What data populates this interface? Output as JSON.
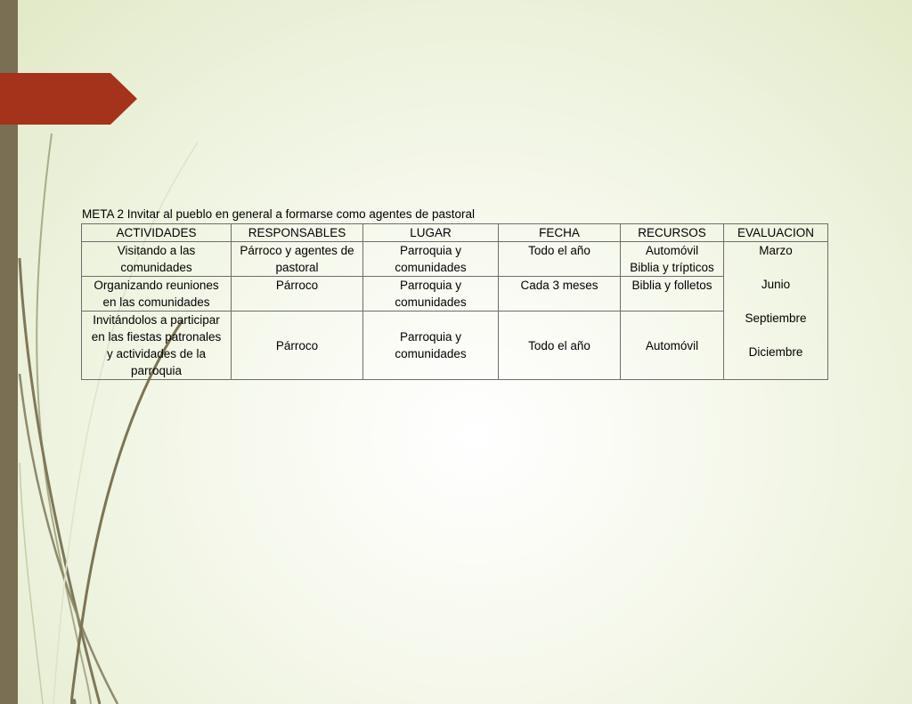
{
  "meta_title": "META 2 Invitar al pueblo en general a formarse como agentes de pastoral",
  "headers": [
    "ACTIVIDADES",
    "RESPONSABLES",
    "LUGAR",
    "FECHA",
    "RECURSOS",
    "EVALUACION"
  ],
  "rows": [
    {
      "actividad": [
        "Visitando a las",
        "comunidades"
      ],
      "responsables": [
        "Párroco y agentes de",
        "pastoral"
      ],
      "lugar": [
        "Parroquia y",
        "comunidades"
      ],
      "fecha": [
        "Todo el año"
      ],
      "recursos": [
        "Automóvil",
        "Biblia y trípticos"
      ]
    },
    {
      "actividad": [
        "Organizando reuniones",
        "en las comunidades"
      ],
      "responsables": [
        "Párroco"
      ],
      "lugar": [
        "Parroquia y",
        "comunidades"
      ],
      "fecha": [
        "Cada 3 meses"
      ],
      "recursos": [
        "Biblia y folletos"
      ]
    },
    {
      "actividad": [
        "Invitándolos a participar",
        "en las fiestas patronales",
        "y actividades de la",
        "parroquia"
      ],
      "responsables": [
        "Párroco"
      ],
      "lugar": [
        "Parroquia y",
        "comunidades"
      ],
      "fecha": [
        "Todo el año"
      ],
      "recursos": [
        "Automóvil"
      ]
    }
  ],
  "evaluacion": [
    "Marzo",
    "Junio",
    "Septiembre",
    "Diciembre"
  ],
  "colors": {
    "left_bar": "#7a6f52",
    "red_tab": "#a5321a",
    "background_tint": "#e1e9c6"
  }
}
